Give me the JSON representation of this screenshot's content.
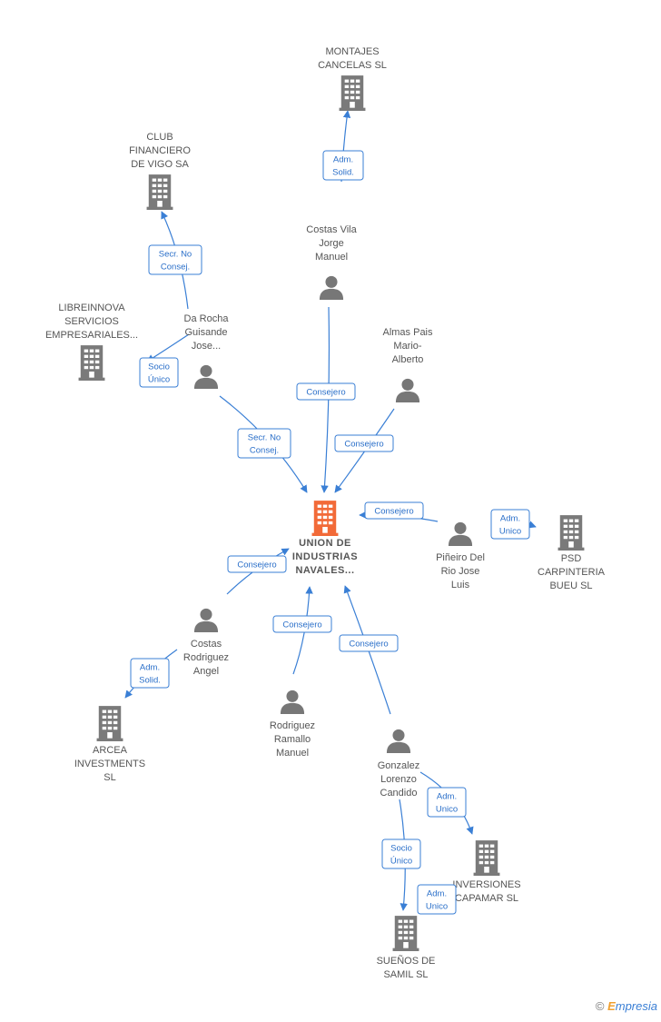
{
  "colors": {
    "edge": "#3a7fd5",
    "company": "#7a7a7a",
    "center_company": "#f26a38",
    "person": "#777777"
  },
  "nodes": [
    {
      "id": "center",
      "kind": "company",
      "icon": "building-icon",
      "center": true,
      "lines": [
        "UNION DE",
        "INDUSTRIAS",
        "NAVALES..."
      ]
    },
    {
      "id": "montajes",
      "kind": "company",
      "icon": "building-icon",
      "lines": [
        "MONTAJES",
        "CANCELAS SL"
      ]
    },
    {
      "id": "club",
      "kind": "company",
      "icon": "building-icon",
      "lines": [
        "CLUB",
        "FINANCIERO",
        "DE VIGO SA"
      ]
    },
    {
      "id": "libreinnova",
      "kind": "company",
      "icon": "building-icon",
      "lines": [
        "LIBREINNOVA",
        "SERVICIOS",
        "EMPRESARIALES..."
      ]
    },
    {
      "id": "psd",
      "kind": "company",
      "icon": "building-icon",
      "lines": [
        "PSD",
        "CARPINTERIA",
        "BUEU SL"
      ]
    },
    {
      "id": "arcea",
      "kind": "company",
      "icon": "building-icon",
      "lines": [
        "ARCEA",
        "INVESTMENTS",
        "SL"
      ]
    },
    {
      "id": "inversiones",
      "kind": "company",
      "icon": "building-icon",
      "lines": [
        "INVERSIONES",
        "CAPAMAR SL"
      ]
    },
    {
      "id": "suenos",
      "kind": "company",
      "icon": "building-icon",
      "lines": [
        "SUEÑOS DE",
        "SAMIL SL"
      ]
    },
    {
      "id": "costasvila",
      "kind": "person",
      "icon": "person-icon",
      "lines": [
        "Costas Vila",
        "Jorge",
        "Manuel"
      ]
    },
    {
      "id": "darocha",
      "kind": "person",
      "icon": "person-icon",
      "lines": [
        "Da Rocha",
        "Guisande",
        "Jose..."
      ]
    },
    {
      "id": "almas",
      "kind": "person",
      "icon": "person-icon",
      "lines": [
        "Almas Pais",
        "Mario-",
        "Alberto"
      ]
    },
    {
      "id": "pineiro",
      "kind": "person",
      "icon": "person-icon",
      "lines": [
        "Piñeiro Del",
        "Rio Jose",
        "Luis"
      ]
    },
    {
      "id": "costasrod",
      "kind": "person",
      "icon": "person-icon",
      "lines": [
        "Costas",
        "Rodriguez",
        "Angel"
      ]
    },
    {
      "id": "rodriguez",
      "kind": "person",
      "icon": "person-icon",
      "lines": [
        "Rodriguez",
        "Ramallo",
        "Manuel"
      ]
    },
    {
      "id": "gonzalez",
      "kind": "person",
      "icon": "person-icon",
      "lines": [
        "Gonzalez",
        "Lorenzo",
        "Candido"
      ]
    }
  ],
  "edges": [
    {
      "from": "costasvila",
      "to": "montajes",
      "lines": [
        "Adm.",
        "Solid."
      ]
    },
    {
      "from": "darocha",
      "to": "club",
      "lines": [
        "Secr.  No",
        "Consej."
      ]
    },
    {
      "from": "darocha",
      "to": "libreinnova",
      "lines": [
        "Socio",
        "Único"
      ]
    },
    {
      "from": "darocha",
      "to": "center",
      "lines": [
        "Secr.  No",
        "Consej."
      ]
    },
    {
      "from": "costasvila",
      "to": "center",
      "lines": [
        "Consejero"
      ]
    },
    {
      "from": "almas",
      "to": "center",
      "lines": [
        "Consejero"
      ]
    },
    {
      "from": "pineiro",
      "to": "center",
      "lines": [
        "Consejero"
      ]
    },
    {
      "from": "pineiro",
      "to": "psd",
      "lines": [
        "Adm.",
        "Unico"
      ]
    },
    {
      "from": "costasrod",
      "to": "center",
      "lines": [
        "Consejero"
      ]
    },
    {
      "from": "costasrod",
      "to": "arcea",
      "lines": [
        "Adm.",
        "Solid."
      ]
    },
    {
      "from": "rodriguez",
      "to": "center",
      "lines": [
        "Consejero"
      ]
    },
    {
      "from": "gonzalez",
      "to": "center",
      "lines": [
        "Consejero"
      ]
    },
    {
      "from": "gonzalez",
      "to": "inversiones",
      "lines": [
        "Adm.",
        "Unico"
      ]
    },
    {
      "from": "gonzalez",
      "to": "suenos",
      "lines": [
        "Socio",
        "Único"
      ]
    },
    {
      "from": "gonzalez",
      "to": "suenos",
      "lines": [
        "Adm.",
        "Unico"
      ]
    }
  ],
  "footer": {
    "copyright": "©",
    "brand_initial": "E",
    "brand_rest": "mpresia"
  }
}
